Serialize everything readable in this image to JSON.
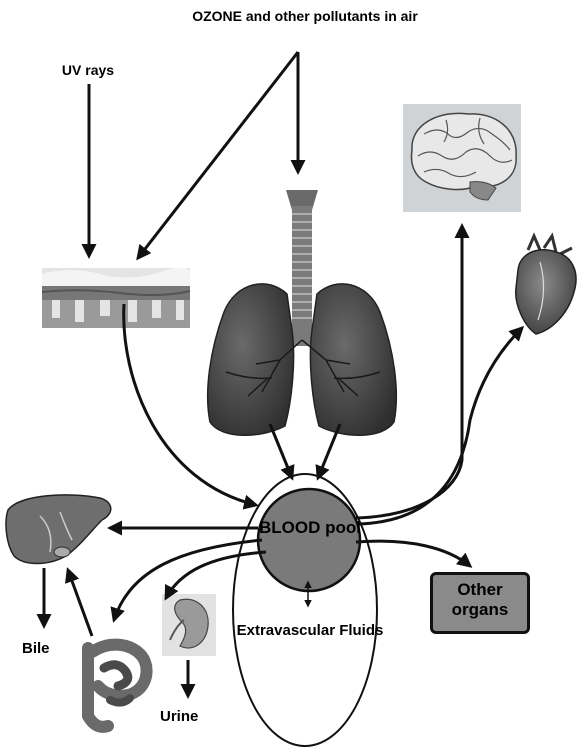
{
  "labels": {
    "ozone": "OZONE and other pollutants in air",
    "uv": "UV rays",
    "blood": "BLOOD pool",
    "extravascular": "Extravascular Fluids",
    "other_organs": "Other organs",
    "bile": "Bile",
    "urine": "Urine"
  },
  "colors": {
    "blood_pool_fill": "#7a7a7a",
    "other_organs_fill": "#8a8a8a",
    "lung_fill": "#4a4a4a",
    "liver_fill": "#6e6e6e",
    "skin_panel": "#d9d9d9",
    "brain_panel": "#cfd3d6",
    "arrow": "#111111"
  },
  "icons": [
    "skin-section-icon",
    "lungs-trachea-icon",
    "brain-icon",
    "heart-icon",
    "liver-icon",
    "kidney-icon",
    "intestine-icon"
  ]
}
